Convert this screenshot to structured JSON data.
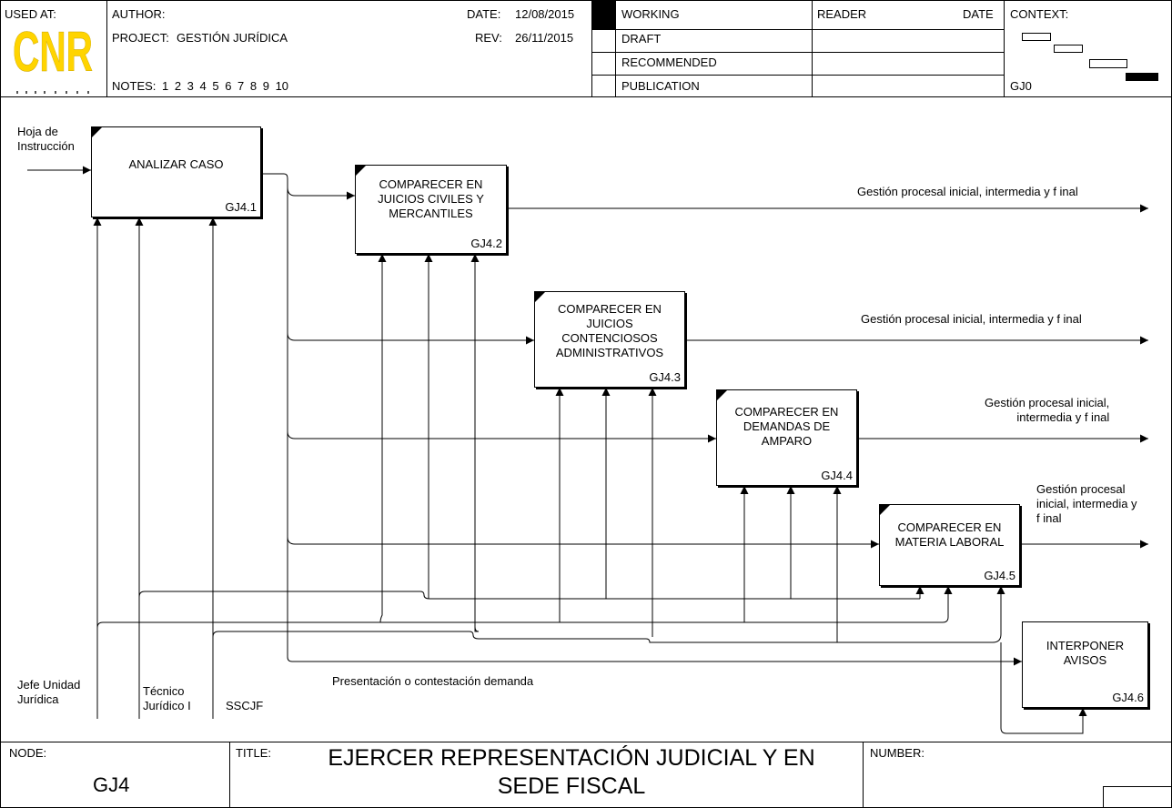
{
  "header": {
    "used_at_label": "USED AT:",
    "logo_text": "CNR",
    "author_label": "AUTHOR:",
    "project_label": "PROJECT:",
    "project_value": "GESTIÓN JURÍDICA",
    "notes_label": "NOTES:",
    "notes_value": "1 2 3 4 5 6 7 8 9 10",
    "date_label": "DATE:",
    "date_value": "12/08/2015",
    "rev_label": "REV:",
    "rev_value": "26/11/2015",
    "status": [
      "WORKING",
      "DRAFT",
      "RECOMMENDED",
      "PUBLICATION"
    ],
    "reader_label": "READER",
    "reader_date_label": "DATE",
    "context_label": "CONTEXT:",
    "context_node": "GJ0"
  },
  "diagram": {
    "input_label": "Hoja de\nInstrucción",
    "boxes": [
      {
        "label": "ANALIZAR CASO",
        "number": "GJ4.1"
      },
      {
        "label": "COMPARECER EN\nJUICIOS CIVILES Y\nMERCANTILES",
        "number": "GJ4.2"
      },
      {
        "label": "COMPARECER EN\nJUICIOS\nCONTENCIOSOS\nADMINISTRATIVOS",
        "number": "GJ4.3"
      },
      {
        "label": "COMPARECER EN\nDEMANDAS DE\nAMPARO",
        "number": "GJ4.4"
      },
      {
        "label": "COMPARECER EN\nMATERIA LABORAL",
        "number": "GJ4.5"
      },
      {
        "label": "INTERPONER\nAVISOS",
        "number": "GJ4.6"
      }
    ],
    "outputs": [
      "Gestión procesal inicial, intermedia y f inal",
      "Gestión procesal inicial, intermedia y f inal",
      "Gestión procesal inicial,\nintermedia y f inal",
      "Gestión procesal\ninicial, intermedia y\nf inal"
    ],
    "mechanisms": [
      "Jefe Unidad\nJurídica",
      "Técnico\nJurídico I",
      "SSCJF"
    ],
    "bottom_flow_label": "Presentación o contestación demanda"
  },
  "footer": {
    "node_label": "NODE:",
    "node_value": "GJ4",
    "title_label": "TITLE:",
    "title_value": "EJERCER REPRESENTACIÓN JUDICIAL Y EN\nSEDE FISCAL",
    "number_label": "NUMBER:"
  },
  "colors": {
    "logo": "#ffd400",
    "line": "#000000",
    "background": "#ffffff"
  }
}
